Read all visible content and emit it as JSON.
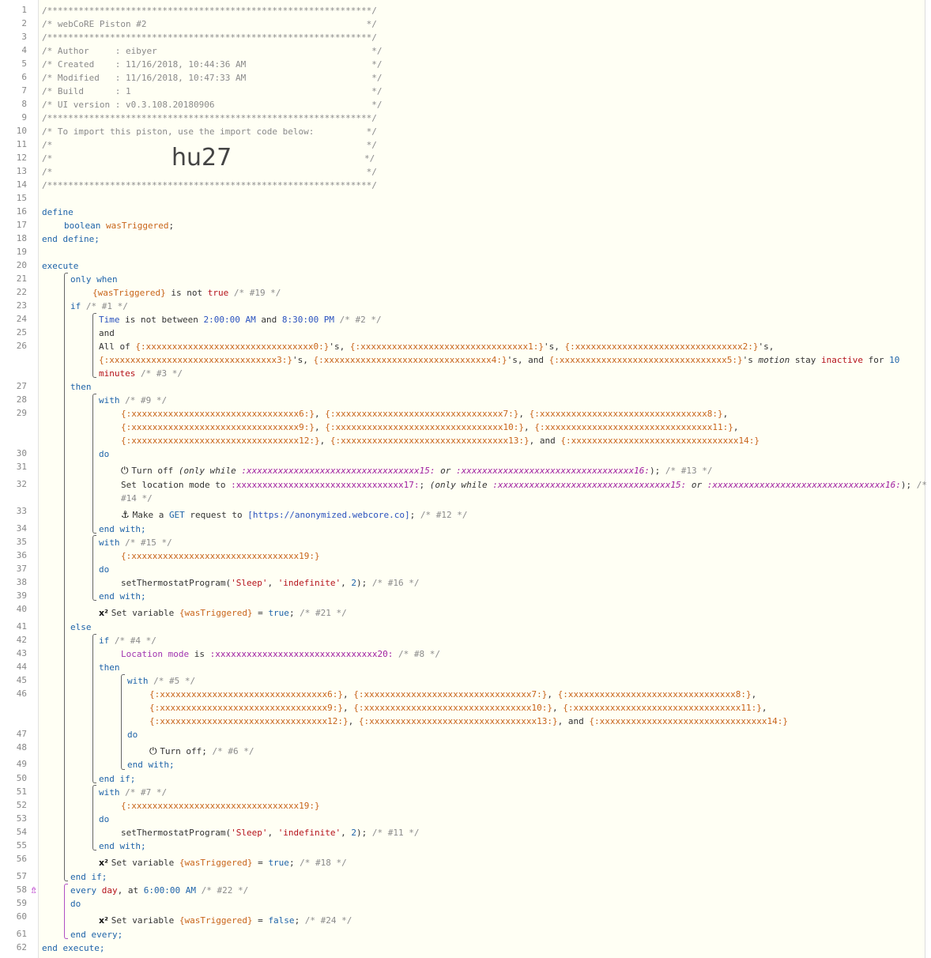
{
  "line_numbers": [
    "1",
    "2",
    "3",
    "4",
    "5",
    "6",
    "7",
    "8",
    "9",
    "10",
    "11",
    "12",
    "13",
    "14",
    "15",
    "16",
    "17",
    "18",
    "19",
    "20",
    "21",
    "22",
    "23",
    "24",
    "25",
    "26",
    "27",
    "28",
    "29",
    "30",
    "31",
    "32",
    "33",
    "34",
    "35",
    "36",
    "37",
    "38",
    "39",
    "40",
    "41",
    "42",
    "43",
    "44",
    "45",
    "46",
    "47",
    "48",
    "49",
    "50",
    "51",
    "52",
    "53",
    "54",
    "55",
    "56",
    "57",
    "58",
    "59",
    "60",
    "61",
    "62"
  ],
  "header": {
    "l1": "/**************************************************************/",
    "l2": "/* webCoRE Piston #2                                          */",
    "l3": "/**************************************************************/",
    "l4": "/* Author     : eibyer                                         */",
    "l5": "/* Created    : 11/16/2018, 10:44:36 AM                        */",
    "l6": "/* Modified   : 11/16/2018, 10:47:33 AM                        */",
    "l7": "/* Build      : 1                                              */",
    "l8": "/* UI version : v0.3.108.20180906                              */",
    "l9": "/**************************************************************/",
    "l10": "/* To import this piston, use the import code below:          */",
    "l11": "/*                                                            */",
    "l12a": "/*",
    "import_code": "hu27",
    "l12b": "*/",
    "l13": "/*                                                            */",
    "l14": "/**************************************************************/"
  },
  "code": {
    "define": "define",
    "boolean": "boolean",
    "wasTriggered": "wasTriggered",
    "end_define": "end define;",
    "execute": "execute",
    "only_when": "only when",
    "cond19_var": "{wasTriggered}",
    "cond19_op": " is not ",
    "cond19_val": "true",
    "cond19_c": " /* #19 */",
    "if": "if",
    "if1_c": " /* #1 */",
    "time": "Time",
    "time_op": " is not between ",
    "time_a": "2:00:00 AM",
    "time_and": " and ",
    "time_b": "8:30:00 PM",
    "time_c": " /* #2 */",
    "and": "and",
    "allof": "All of ",
    "d0": "{:xxxxxxxxxxxxxxxxxxxxxxxxxxxxxxxx0:}",
    "s1": "'s, ",
    "d1": "{:xxxxxxxxxxxxxxxxxxxxxxxxxxxxxxxx1:}",
    "d2": "{:xxxxxxxxxxxxxxxxxxxxxxxxxxxxxxxx2:}",
    "s2": "'s,",
    "d3": "{:xxxxxxxxxxxxxxxxxxxxxxxxxxxxxxxx3:}",
    "d4": "{:xxxxxxxxxxxxxxxxxxxxxxxxxxxxxxxx4:}",
    "s_and": "'s, and ",
    "d5": "{:xxxxxxxxxxxxxxxxxxxxxxxxxxxxxxxx5:}",
    "s5": "'s ",
    "motion": "motion",
    "stay": " stay ",
    "inactive": "inactive",
    "for": " for ",
    "ten": "10",
    "minutes": "minutes",
    "c3": " /* #3 */",
    "then": "then",
    "with": "with",
    "c9": " /* #9 */",
    "d6": "{:xxxxxxxxxxxxxxxxxxxxxxxxxxxxxxxx6:}",
    "d7": "{:xxxxxxxxxxxxxxxxxxxxxxxxxxxxxxxx7:}",
    "d8": "{:xxxxxxxxxxxxxxxxxxxxxxxxxxxxxxxx8:}",
    "d9": "{:xxxxxxxxxxxxxxxxxxxxxxxxxxxxxxxx9:}",
    "d10": "{:xxxxxxxxxxxxxxxxxxxxxxxxxxxxxxxx10:}",
    "d11": "{:xxxxxxxxxxxxxxxxxxxxxxxxxxxxxxxx11:}",
    "d12": "{:xxxxxxxxxxxxxxxxxxxxxxxxxxxxxxxx12:}",
    "d13": "{:xxxxxxxxxxxxxxxxxxxxxxxxxxxxxxxx13:}",
    "d14": "{:xxxxxxxxxxxxxxxxxxxxxxxxxxxxxxxx14:}",
    "comma": ", ",
    "comma_end": ",",
    "and_sep": ", and ",
    "do": "do",
    "turn_off": "Turn off",
    "only_while": "(only while ",
    "m15": ":xxxxxxxxxxxxxxxxxxxxxxxxxxxxxxxxx15:",
    "or": " or ",
    "m16": ":xxxxxxxxxxxxxxxxxxxxxxxxxxxxxxxxx16:",
    "close": ");",
    "c13": " /* #13 */",
    "set_loc": "Set location mode to ",
    "m17": ":xxxxxxxxxxxxxxxxxxxxxxxxxxxxxxxx17:",
    "set_loc_mid": "; ",
    "c14a": " /*",
    "c14b": "#14 */",
    "make": "Make a ",
    "get": "GET",
    "request": " request to ",
    "url": "[https://anonymized.webcore.co]",
    "semi": ";",
    "c12": " /* #12 */",
    "end_with": "end with;",
    "c15": " /* #15 */",
    "d19": "{:xxxxxxxxxxxxxxxxxxxxxxxxxxxxxxxx19:}",
    "set_thermo": "setThermostatProgram(",
    "sleep": "'Sleep'",
    "indef": "'indefinite'",
    "two": "2",
    "c16": " /* #16 */",
    "set_var": "Set variable ",
    "eq": " = ",
    "true": "true",
    "false": "false",
    "c21": " /* #21 */",
    "else": "else",
    "c4": " /* #4 */",
    "loc_mode": "Location mode",
    "is": " is ",
    "m20": ":xxxxxxxxxxxxxxxxxxxxxxxxxxxxxxx20:",
    "c8": " /* #8 */",
    "c5": " /* #5 */",
    "turn_off2": "Turn off;",
    "c6": " /* #6 */",
    "end_if": "end if;",
    "c7": " /* #7 */",
    "c11": " /* #11 */",
    "c18": " /* #18 */",
    "every": "every",
    "day": "day",
    "at": ", at ",
    "six": "6:00:00 AM",
    "c22": " /* #22 */",
    "c24": " /* #24 */",
    "end_every": "end every;",
    "end_execute": "end execute;"
  }
}
